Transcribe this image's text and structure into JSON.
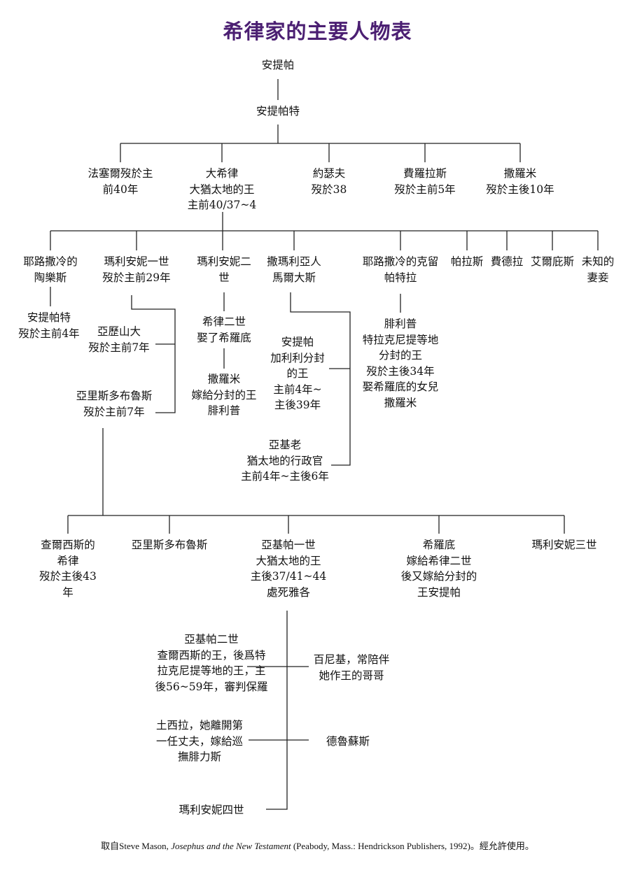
{
  "title": "希律家的主要人物表",
  "colors": {
    "title": "#4b1f72"
  },
  "nodes": {
    "antipas_sr": [
      "安提帕"
    ],
    "antipater": [
      "安提帕特"
    ],
    "phasael": [
      "法塞爾歿於主",
      "前40年"
    ],
    "herod_great": [
      "大希律",
      "大猶太地的王",
      "主前40/37~4"
    ],
    "joseph": [
      "約瑟夫",
      "歿於38"
    ],
    "pheroras": [
      "費羅拉斯",
      "歿於主前5年"
    ],
    "salome_sister": [
      "撒羅米",
      "歿於主後10年"
    ],
    "doris": [
      "耶路撒冷的",
      "陶樂斯"
    ],
    "mariamme1": [
      "瑪利安妮一世",
      "歿於主前29年"
    ],
    "mariamme2": [
      "瑪利安妮二",
      "世"
    ],
    "malthace": [
      "撒瑪利亞人",
      "馬爾大斯"
    ],
    "cleopatra": [
      "耶路撒冷的克留",
      "帕特拉"
    ],
    "pallas": [
      "帕拉斯"
    ],
    "phaedra": [
      "費德拉"
    ],
    "elpis": [
      "艾爾庇斯"
    ],
    "unknown": [
      "未知的",
      "妻妾"
    ],
    "antipater2": [
      "安提帕特",
      "歿於主前4年"
    ],
    "alexander": [
      "亞歷山大",
      "歿於主前7年"
    ],
    "aristobulus": [
      "亞里斯多布魯斯",
      "歿於主前7年"
    ],
    "herod2": [
      "希律二世",
      "娶了希羅底"
    ],
    "salome": [
      "撒羅米",
      "嫁給分封的王",
      "腓利普"
    ],
    "antipas": [
      "安提帕",
      "加利利分封",
      "的王",
      "主前4年~",
      "主後39年"
    ],
    "philip": [
      "腓利普",
      "特拉克尼提等地",
      "分封的王",
      "歿於主後34年",
      "娶希羅底的女兒",
      "撒羅米"
    ],
    "archelaus": [
      "亞基老",
      "猶太地的行政官",
      "主前4年~主後6年"
    ],
    "herod_chalcis": [
      "查爾西斯的",
      "希律",
      "歿於主後43",
      "年"
    ],
    "aristobulus2": [
      "亞里斯多布魯斯"
    ],
    "agrippa1": [
      "亞基帕一世",
      "大猶太地的王",
      "主後37/41~44",
      "處死雅各"
    ],
    "herodias": [
      "希羅底",
      "嫁給希律二世",
      "後又嫁給分封的",
      "王安提帕"
    ],
    "mariamme3": [
      "瑪利安妮三世"
    ],
    "agrippa2": [
      "亞基帕二世",
      "查爾西斯的王，後爲特",
      "拉克尼提等地的王，主",
      "後56~59年，審判保羅"
    ],
    "bernice": [
      "百尼基，常陪伴",
      "她作王的哥哥"
    ],
    "drusilla": [
      "土西拉，她離開第",
      "一任丈夫，嫁給巡",
      "撫腓力斯"
    ],
    "drusus": [
      "德魯蘇斯"
    ],
    "mariamme4": [
      "瑪利安妮四世"
    ]
  },
  "footer": {
    "prefix": "取自Steve Mason, ",
    "book": "Josephus and the New Testament",
    "suffix": " (Peabody, Mass.: Hendrickson Publishers, 1992)。經允許使用。"
  }
}
